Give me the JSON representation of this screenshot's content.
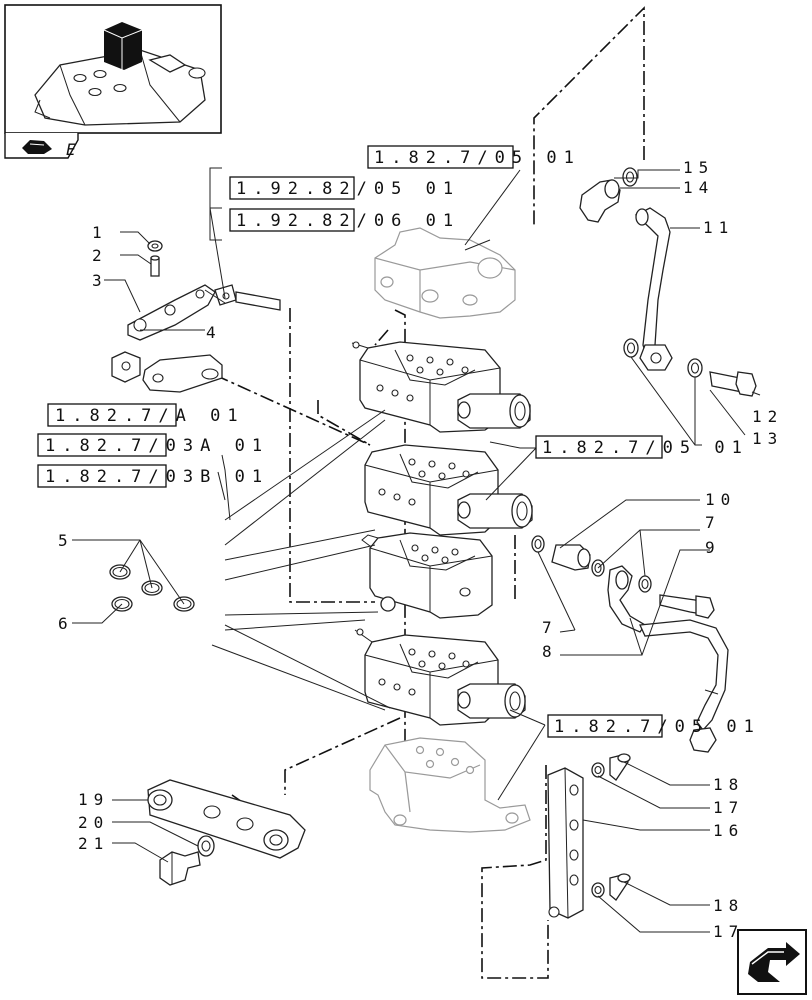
{
  "part_numbers": [
    "1",
    "2",
    "3",
    "4",
    "5",
    "6",
    "7",
    "7",
    "8",
    "9",
    "10",
    "11",
    "12",
    "13",
    "14",
    "15",
    "16",
    "17",
    "17",
    "18",
    "18",
    "19",
    "20",
    "21"
  ],
  "references": {
    "r1": "1.82.7/05 01",
    "r2": "1.92.82/05 01",
    "r3": "1.92.82/06 01",
    "r4": "1.82.7/A 01",
    "r5": "1.82.7/03A 01",
    "r6": "1.82.7/03B 01",
    "r7": "1.82.7/05 01",
    "r8": "1.82.7/05 01"
  },
  "thumbnail": {
    "corner_label": "E"
  },
  "icons": {
    "thumbnail": "assembly-thumbnail",
    "navigation": "next-page-arrow-icon",
    "corner": "hand-pointer-icon"
  },
  "colors": {
    "ink": "#111111",
    "secondary": "#9a9a9a",
    "background": "#ffffff"
  }
}
